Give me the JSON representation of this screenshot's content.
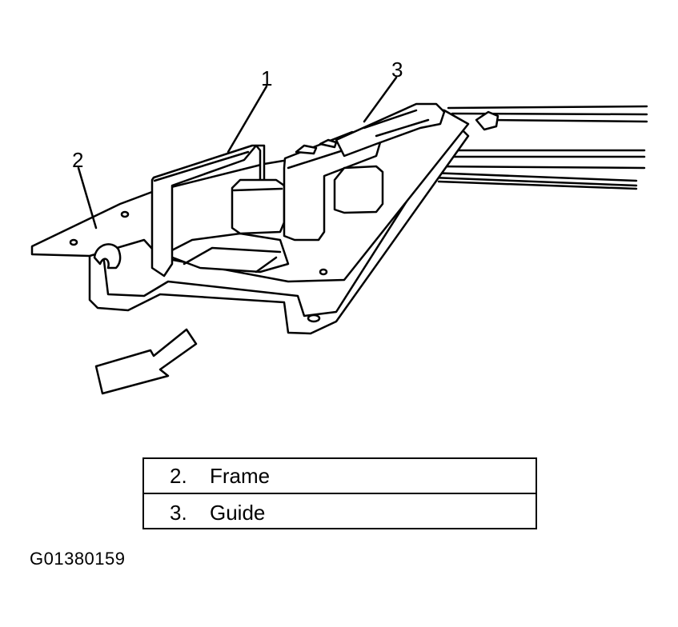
{
  "callouts": {
    "one": "1",
    "two": "2",
    "three": "3"
  },
  "legend": {
    "rows": [
      {
        "number": "2.",
        "label": "Frame"
      },
      {
        "number": "3.",
        "label": "Guide"
      }
    ]
  },
  "figure_id": "G01380159",
  "colors": {
    "ink": "#000000",
    "paper": "#ffffff"
  }
}
